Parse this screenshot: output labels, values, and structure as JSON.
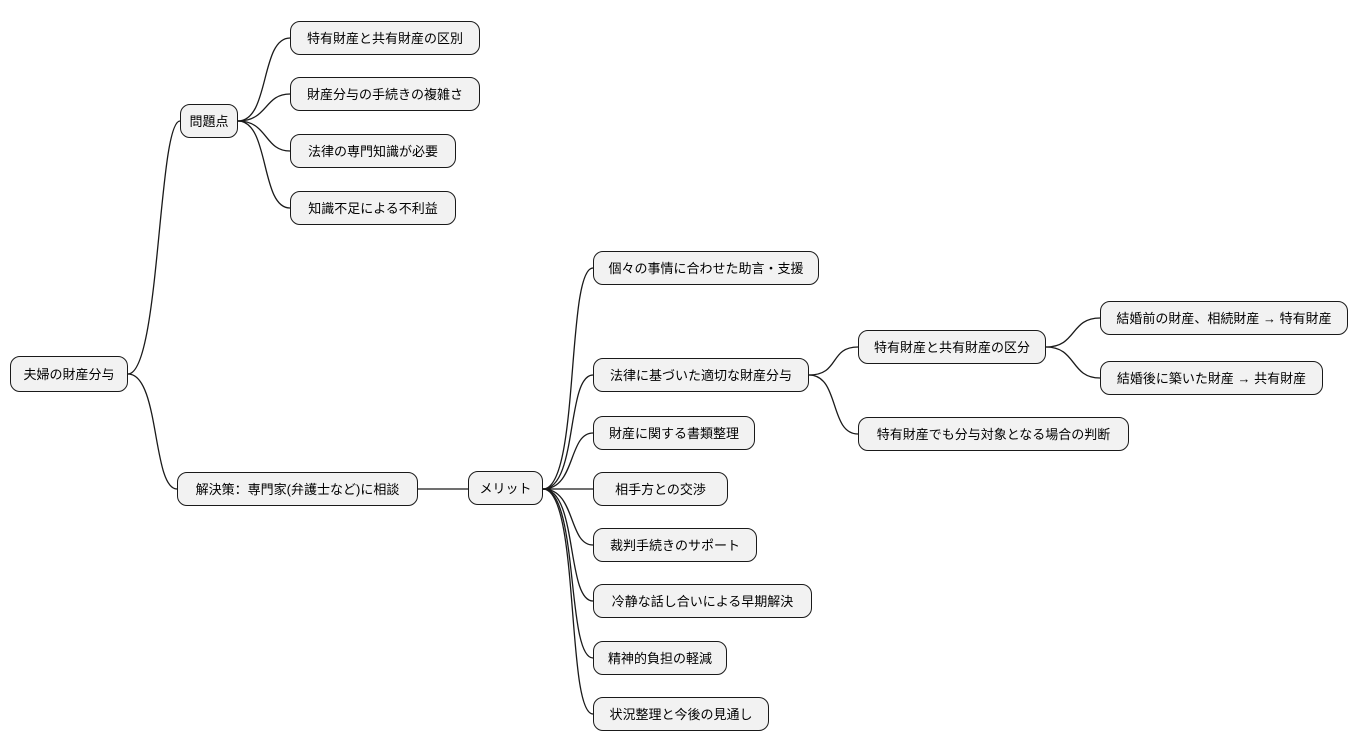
{
  "diagram": {
    "type": "mindmap",
    "orientation": "left-to-right",
    "colors": {
      "background": "#ffffff",
      "node_fill": "#f2f2f2",
      "node_border": "#1a1a1a",
      "connector": "#1a1a1a",
      "text": "#000000"
    },
    "tree": {
      "label": "夫婦の財産分与",
      "children": [
        {
          "label": "問題点",
          "children": [
            {
              "label": "特有財産と共有財産の区別"
            },
            {
              "label": "財産分与の手続きの複雑さ"
            },
            {
              "label": "法律の専門知識が必要"
            },
            {
              "label": "知識不足による不利益"
            }
          ]
        },
        {
          "label": "解決策：専門家(弁護士など)に相談",
          "children": [
            {
              "label": "メリット",
              "children": [
                {
                  "label": "個々の事情に合わせた助言・支援"
                },
                {
                  "label": "法律に基づいた適切な財産分与",
                  "children": [
                    {
                      "label": "特有財産と共有財産の区分",
                      "children": [
                        {
                          "label": "結婚前の財産、相続財産 → 特有財産"
                        },
                        {
                          "label": "結婚後に築いた財産 → 共有財産"
                        }
                      ]
                    },
                    {
                      "label": "特有財産でも分与対象となる場合の判断"
                    }
                  ]
                },
                {
                  "label": "財産に関する書類整理"
                },
                {
                  "label": "相手方との交渉"
                },
                {
                  "label": "裁判手続きのサポート"
                },
                {
                  "label": "冷静な話し合いによる早期解決"
                },
                {
                  "label": "精神的負担の軽減"
                },
                {
                  "label": "状況整理と今後の見通し"
                }
              ]
            }
          ]
        }
      ]
    }
  }
}
